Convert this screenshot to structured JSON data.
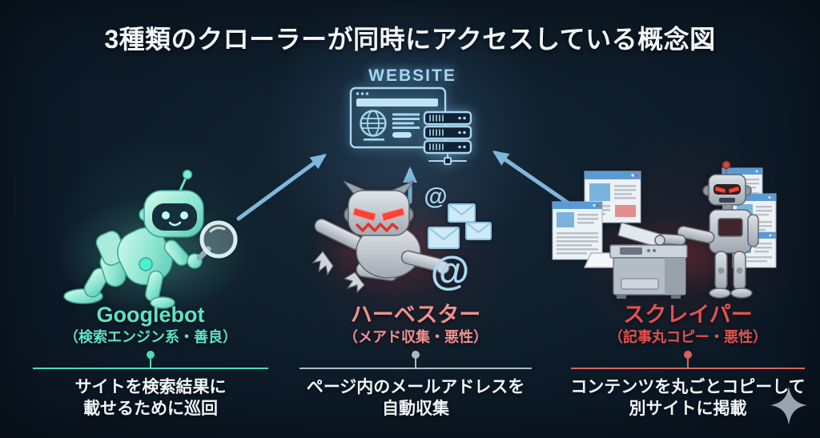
{
  "title": "3種類のクローラーが同時にアクセスしている概念図",
  "website": {
    "label": "WEBSITE",
    "icon": "browser-window-with-server-stack",
    "accent_color": "#a5d8f0"
  },
  "arrows": {
    "meaning": "three-crawlers-accessing-website-simultaneously",
    "color": "#7fb8dc"
  },
  "crawlers": [
    {
      "name": "Googlebot",
      "subtitle": "（検索エンジン系・善良）",
      "caption_line1": "サイトを検索結果に",
      "caption_line2": "載せるために巡回",
      "accent_color": "#5fe3c5",
      "divider_color": "#4fd9be",
      "illustration": "friendly-teal-robot-crawling-with-magnifying-glass"
    },
    {
      "name": "ハーベスター",
      "subtitle": "（メアド収集・悪性）",
      "caption_line1": "ページ内のメールアドレスを",
      "caption_line2": "自動収集",
      "accent_color": "#ef9190",
      "divider_color": "#a9bac7",
      "illustration": "evil-gray-robot-grabbing-at-signs-and-envelopes"
    },
    {
      "name": "スクレイパー",
      "subtitle": "（記事丸コピー・悪性）",
      "caption_line1": "コンテンツを丸ごとコピーして",
      "caption_line2": "別サイトに掲載",
      "accent_color": "#e4514f",
      "divider_color": "#d96361",
      "illustration": "gray-robot-photocopying-web-pages"
    }
  ],
  "decorations": {
    "sparkle_icon": "four-point-sparkle",
    "sparkle_color": "#97a4b0"
  },
  "colors": {
    "background": "#0d1a26",
    "title_text": "#f2f6f9",
    "caption_text": "#f2f6f9"
  }
}
